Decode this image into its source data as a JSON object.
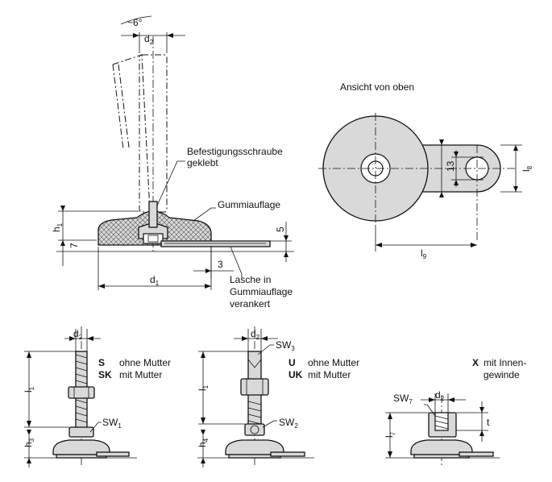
{
  "main_view": {
    "angle": "~6°",
    "d2": "d",
    "d2_sub": "2",
    "d1": "d",
    "d1_sub": "1",
    "h1": "h",
    "h1_sub": "1",
    "dim_7": "7",
    "dim_5": "5",
    "dim_3": "3",
    "callout_screw_line1": "Befestigungsschraube",
    "callout_screw_line2": "geklebt",
    "callout_rubber": "Gummiauflage",
    "callout_tab_line1": "Lasche in",
    "callout_tab_line2": "Gummiauflage",
    "callout_tab_line3": "verankert"
  },
  "top_view": {
    "title": "Ansicht von oben",
    "dim_13": "13",
    "l8": "l",
    "l8_sub": "8",
    "l9": "l",
    "l9_sub": "9"
  },
  "variant_s": {
    "d2": "d",
    "d2_sub": "2",
    "l1": "l",
    "l1_sub": "1",
    "h3": "h",
    "h3_sub": "3",
    "sw": "SW",
    "sw_sub": "1",
    "code_s": "S",
    "text_s": "ohne Mutter",
    "code_sk": "SK",
    "text_sk": "mit Mutter"
  },
  "variant_u": {
    "d2": "d",
    "d2_sub": "2",
    "l1": "l",
    "l1_sub": "1",
    "h4": "h",
    "h4_sub": "4",
    "sw3": "SW",
    "sw3_sub": "3",
    "sw2": "SW",
    "sw2_sub": "2",
    "code_u": "U",
    "text_u": "ohne Mutter",
    "code_uk": "UK",
    "text_uk": "mit Mutter"
  },
  "variant_x": {
    "code_x": "X",
    "text_line1": "mit Innen-",
    "text_line2": "gewinde",
    "sw7": "SW",
    "sw7_sub": "7",
    "d2": "d",
    "d2_sub": "2",
    "l7": "l",
    "l7_sub": "7",
    "t": "t"
  }
}
